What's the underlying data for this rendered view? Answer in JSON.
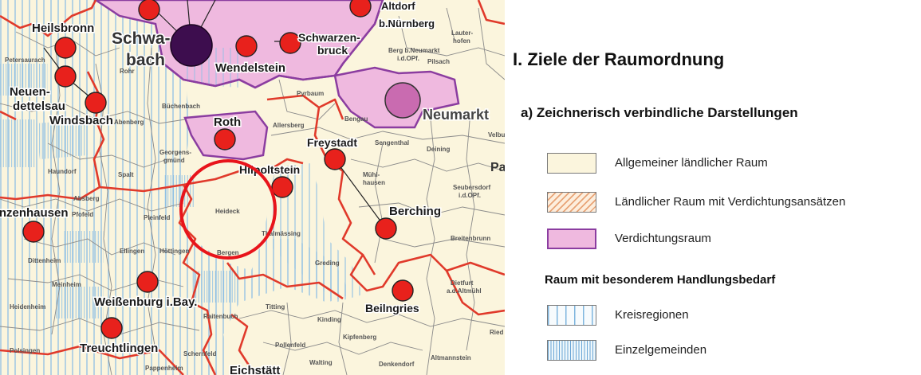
{
  "map": {
    "places": [
      {
        "name": "Heilsbronn",
        "size": "m"
      },
      {
        "name": "Schwa-",
        "size": "xl"
      },
      {
        "name": "bach",
        "size": "xl"
      },
      {
        "name": "Wendelstein",
        "size": "m"
      },
      {
        "name": "Schwarzen-",
        "size": "m"
      },
      {
        "name": "bruck",
        "size": "m"
      },
      {
        "name": "b.Nürnberg",
        "size": "s"
      },
      {
        "name": "Altdorf",
        "size": "s"
      },
      {
        "name": "Neuen-",
        "size": "m"
      },
      {
        "name": "dettelsau",
        "size": "m"
      },
      {
        "name": "Windsbach",
        "size": "m"
      },
      {
        "name": "Roth",
        "size": "m"
      },
      {
        "name": "Hilpoltstein",
        "size": "m"
      },
      {
        "name": "Freystadt",
        "size": "m"
      },
      {
        "name": "Neumarkt",
        "size": "l"
      },
      {
        "name": "Berching",
        "size": "m"
      },
      {
        "name": "Beilngries",
        "size": "m"
      },
      {
        "name": "Weißenburg i.Bay.",
        "size": "m"
      },
      {
        "name": "Treuchtlingen",
        "size": "m"
      },
      {
        "name": "Gunzenhausen",
        "size": "m"
      },
      {
        "name": "Eichstätt",
        "size": "m"
      },
      {
        "name": "Pyrbaum",
        "size": "xs"
      },
      {
        "name": "Pilsach",
        "size": "xs"
      },
      {
        "name": "Lauter-",
        "size": "xs"
      },
      {
        "name": "hofen",
        "size": "xs"
      },
      {
        "name": "Berg b.Neumarkt",
        "size": "xs"
      },
      {
        "name": "i.d.OPf.",
        "size": "xs"
      },
      {
        "name": "Bengau",
        "size": "xs"
      },
      {
        "name": "Sengenthal",
        "size": "xs"
      },
      {
        "name": "Deining",
        "size": "xs"
      },
      {
        "name": "Velbu",
        "size": "xs"
      },
      {
        "name": "Mühl-",
        "size": "xs"
      },
      {
        "name": "hausen",
        "size": "xs"
      },
      {
        "name": "Seubersdorf",
        "size": "xs"
      },
      {
        "name": "i.d.OPf.",
        "size": "xs"
      },
      {
        "name": "Breitenbrunn",
        "size": "xs"
      },
      {
        "name": "Dietfurt",
        "size": "xs"
      },
      {
        "name": "a.d.Altmühl",
        "size": "xs"
      },
      {
        "name": "Ried",
        "size": "xs"
      },
      {
        "name": "Greding",
        "size": "xs"
      },
      {
        "name": "Thalmässing",
        "size": "xs"
      },
      {
        "name": "Heideck",
        "size": "xs"
      },
      {
        "name": "Allersberg",
        "size": "xs"
      },
      {
        "name": "Abenberg",
        "size": "xs"
      },
      {
        "name": "Georgens-",
        "size": "xs"
      },
      {
        "name": "gmünd",
        "size": "xs"
      },
      {
        "name": "Büchenbach",
        "size": "xs"
      },
      {
        "name": "Rohr",
        "size": "xs"
      },
      {
        "name": "Spalt",
        "size": "xs"
      },
      {
        "name": "Haundorf",
        "size": "xs"
      },
      {
        "name": "Absberg",
        "size": "xs"
      },
      {
        "name": "Pfofeld",
        "size": "xs"
      },
      {
        "name": "Pleinfeld",
        "size": "xs"
      },
      {
        "name": "Ellingen",
        "size": "xs"
      },
      {
        "name": "Höttingen",
        "size": "xs"
      },
      {
        "name": "Bergen",
        "size": "xs"
      },
      {
        "name": "Dittenheim",
        "size": "xs"
      },
      {
        "name": "Meinheim",
        "size": "xs"
      },
      {
        "name": "Heidenheim",
        "size": "xs"
      },
      {
        "name": "Polsingen",
        "size": "xs"
      },
      {
        "name": "Titting",
        "size": "xs"
      },
      {
        "name": "Kinding",
        "size": "xs"
      },
      {
        "name": "Pollenfeld",
        "size": "xs"
      },
      {
        "name": "Kipfenberg",
        "size": "xs"
      },
      {
        "name": "Walting",
        "size": "xs"
      },
      {
        "name": "Denkendorf",
        "size": "xs"
      },
      {
        "name": "Altmannstein",
        "size": "xs"
      },
      {
        "name": "Schernfeld",
        "size": "xs"
      },
      {
        "name": "Pappenheim",
        "size": "xs"
      },
      {
        "name": "Raitenbuch",
        "size": "xs"
      },
      {
        "name": "Petersaurach",
        "size": "xs"
      },
      {
        "name": "Pa",
        "size": "xs"
      }
    ],
    "colors": {
      "rural": "#fbf5dd",
      "dense": "#efb9df",
      "dense_border": "#8b3da0",
      "boundary": "#e03a2b",
      "center": "#e8211c",
      "hatch_line": "#8fc0e4",
      "highlight_circle": "#e8141b"
    }
  },
  "legend": {
    "title": "I. Ziele der Raumordnung",
    "subtitle": "a) Zeichnerisch verbindliche Darstellungen",
    "items": [
      {
        "label": "Allgemeiner ländlicher Raum",
        "swatch": "rural-area"
      },
      {
        "label": "Ländlicher Raum mit Verdichtungsansätzen",
        "swatch": "hatched-rural"
      },
      {
        "label": "Verdichtungsraum",
        "swatch": "dense-area"
      }
    ],
    "heading2": "Raum mit besonderem Handlungsbedarf",
    "items2": [
      {
        "label": "Kreisregionen",
        "swatch": "vertical-stripes-wide"
      },
      {
        "label": "Einzelgemeinden",
        "swatch": "vertical-stripes-dense"
      }
    ]
  }
}
